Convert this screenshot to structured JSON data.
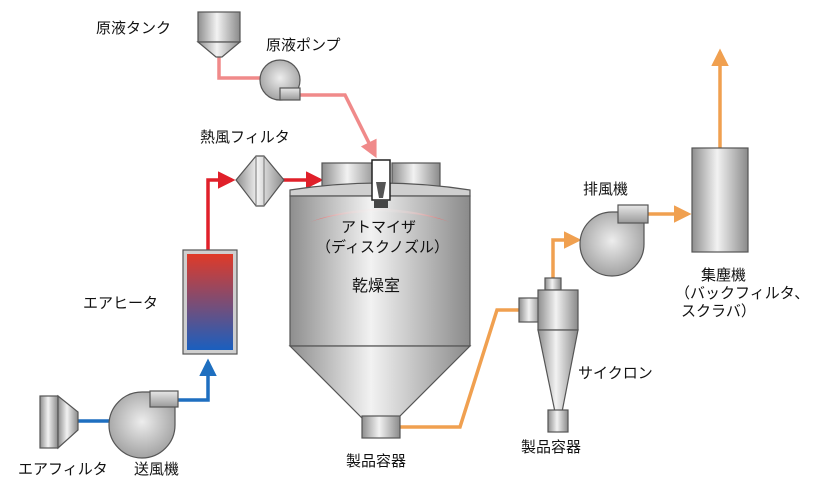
{
  "labels": {
    "feed_tank": "原液タンク",
    "feed_pump": "原液ポンプ",
    "hot_air_filter": "熱風フィルタ",
    "atomizer_1": "アトマイザ",
    "atomizer_2": "（ディスクノズル）",
    "drying_chamber": "乾燥室",
    "air_heater": "エアヒータ",
    "air_filter": "エアフィルタ",
    "blower": "送風機",
    "product_container_left": "製品容器",
    "exhaust_fan": "排風機",
    "dust_collector_1": "集塵機",
    "dust_collector_2": "（バックフィルタ、",
    "dust_collector_3": "スクラバ）",
    "cyclone": "サイクロン",
    "product_container_right": "製品容器"
  },
  "colors": {
    "feed_line": "#f08a8a",
    "hot_air_line": "#e0202a",
    "air_line": "#1e6fc0",
    "exhaust_line": "#f0a050",
    "equipment_gray": "#bdbdbd",
    "heater_top": "#e03a28",
    "heater_bottom": "#1a5fbf"
  }
}
